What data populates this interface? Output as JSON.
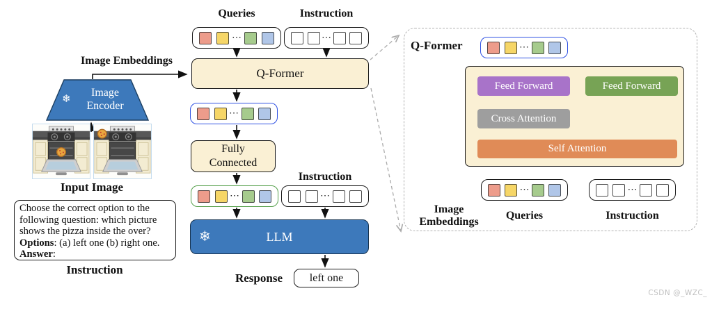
{
  "colors": {
    "box_cream": "#FAF0D4",
    "blue": "#3D79BB",
    "purple": "#A873C9",
    "green_ff": "#77A355",
    "gray_attn": "#9E9E9E",
    "orange_attn": "#E08B57",
    "blue_pill_border": "#2F51E3",
    "green_pill_border": "#56A04C",
    "dashed_panel": "#B0B0B0"
  },
  "tokens": {
    "dots": "⋯",
    "query": [
      "#ED9C8B",
      "#F6D667",
      "#A6CB8D",
      "#B0C6E8"
    ],
    "instruction": [
      "#FFFFFF",
      "#FFFFFF",
      "#FFFFFF",
      "#FFFFFF"
    ]
  },
  "icons": {
    "snowflake": "❄"
  },
  "left": {
    "image_embeddings_label": "Image Embeddings",
    "encoder": {
      "line1": "Image",
      "line2": "Encoder"
    },
    "input_image_label": "Input Image",
    "prompt": {
      "line1": "Choose the correct option to the",
      "line2": "following question: which picture",
      "line3": "shows the pizza inside the over?",
      "options_bold": "Options",
      "options_rest": ": (a) left one (b) right one.",
      "answer_bold": "Answer",
      "answer_rest": ":"
    },
    "instruction_label": "Instruction"
  },
  "middle": {
    "queries_label": "Queries",
    "instruction_label_top": "Instruction",
    "qformer_label": "Q-Former",
    "fully_connected": {
      "line1": "Fully",
      "line2": "Connected"
    },
    "instruction_label_mid": "Instruction",
    "llm_label": "LLM",
    "response_label": "Response",
    "response_value": "left one"
  },
  "right": {
    "panel_title": "Q-Former",
    "feed_forward_left": "Feed Forward",
    "feed_forward_right": "Feed Forward",
    "cross_attention_label": "Cross Attention",
    "self_attention_label": "Self Attention",
    "image_embeddings": {
      "line1": "Image",
      "line2": "Embeddings"
    },
    "queries_label": "Queries",
    "instruction_label": "Instruction"
  },
  "watermark": "CSDN @_WZC_"
}
